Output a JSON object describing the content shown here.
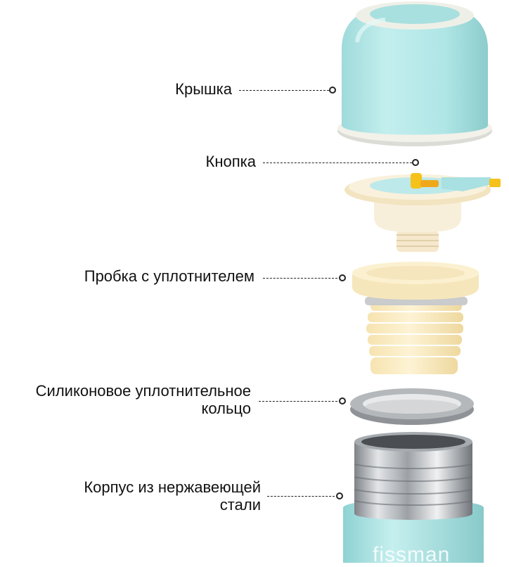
{
  "labels": {
    "lid": "Крышка",
    "button": "Кнопка",
    "stopper": "Пробка с уплотнителем",
    "ring_line1": "Силиконовое уплотнительное",
    "ring_line2": "кольцо",
    "body_line1": "Корпус из нержавеющей",
    "body_line2": "стали"
  },
  "brand": "fissman",
  "colors": {
    "mint": "#aee3e3",
    "cream": "#fbf0cf",
    "ring_gray": "#9a9ea2",
    "steel": "#c9ccd0",
    "button_yellow": "#f5c21b"
  }
}
